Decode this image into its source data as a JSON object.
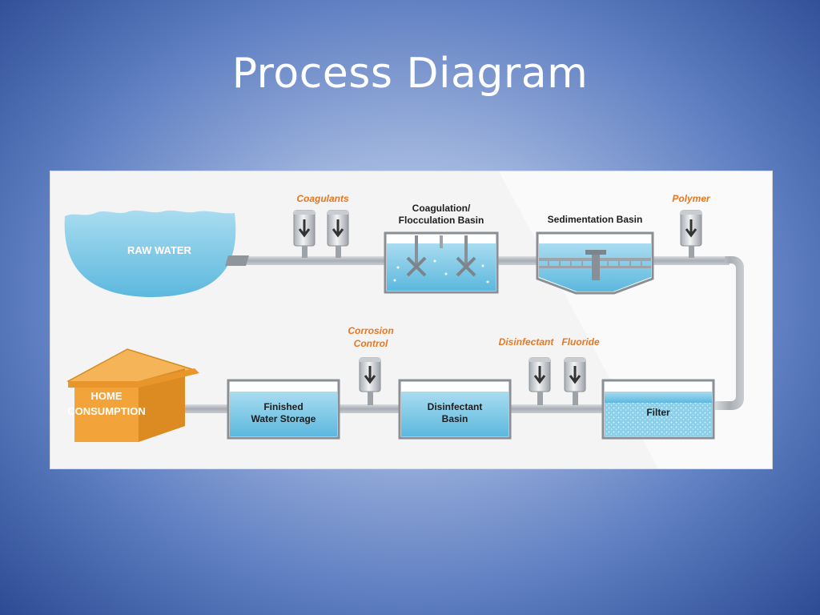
{
  "slide": {
    "title": "Process Diagram"
  },
  "diagram": {
    "raw_water": "RAW WATER",
    "coagulants": "Coagulants",
    "coag_basin_line1": "Coagulation/",
    "coag_basin_line2": "Flocculation Basin",
    "sedimentation": "Sedimentation Basin",
    "polymer": "Polymer",
    "corrosion_line1": "Corrosion",
    "corrosion_line2": "Control",
    "disinfectant_chem": "Disinfectant",
    "fluoride": "Fluoride",
    "home_line1": "HOME",
    "home_line2": "CONSUMPTION",
    "storage_line1": "Finished",
    "storage_line2": "Water Storage",
    "disinfectant_line1": "Disinfectant",
    "disinfectant_line2": "Basin",
    "filter": "Filter"
  },
  "colors": {
    "water": "#7fcbe8",
    "water_dark": "#4fb0d9",
    "pipe": "#b7bcc2",
    "accent_orange": "#e87722",
    "house": "#f2a43a"
  },
  "icons": [
    "chemical-feeder-icon",
    "mixer-icon",
    "house-icon"
  ]
}
